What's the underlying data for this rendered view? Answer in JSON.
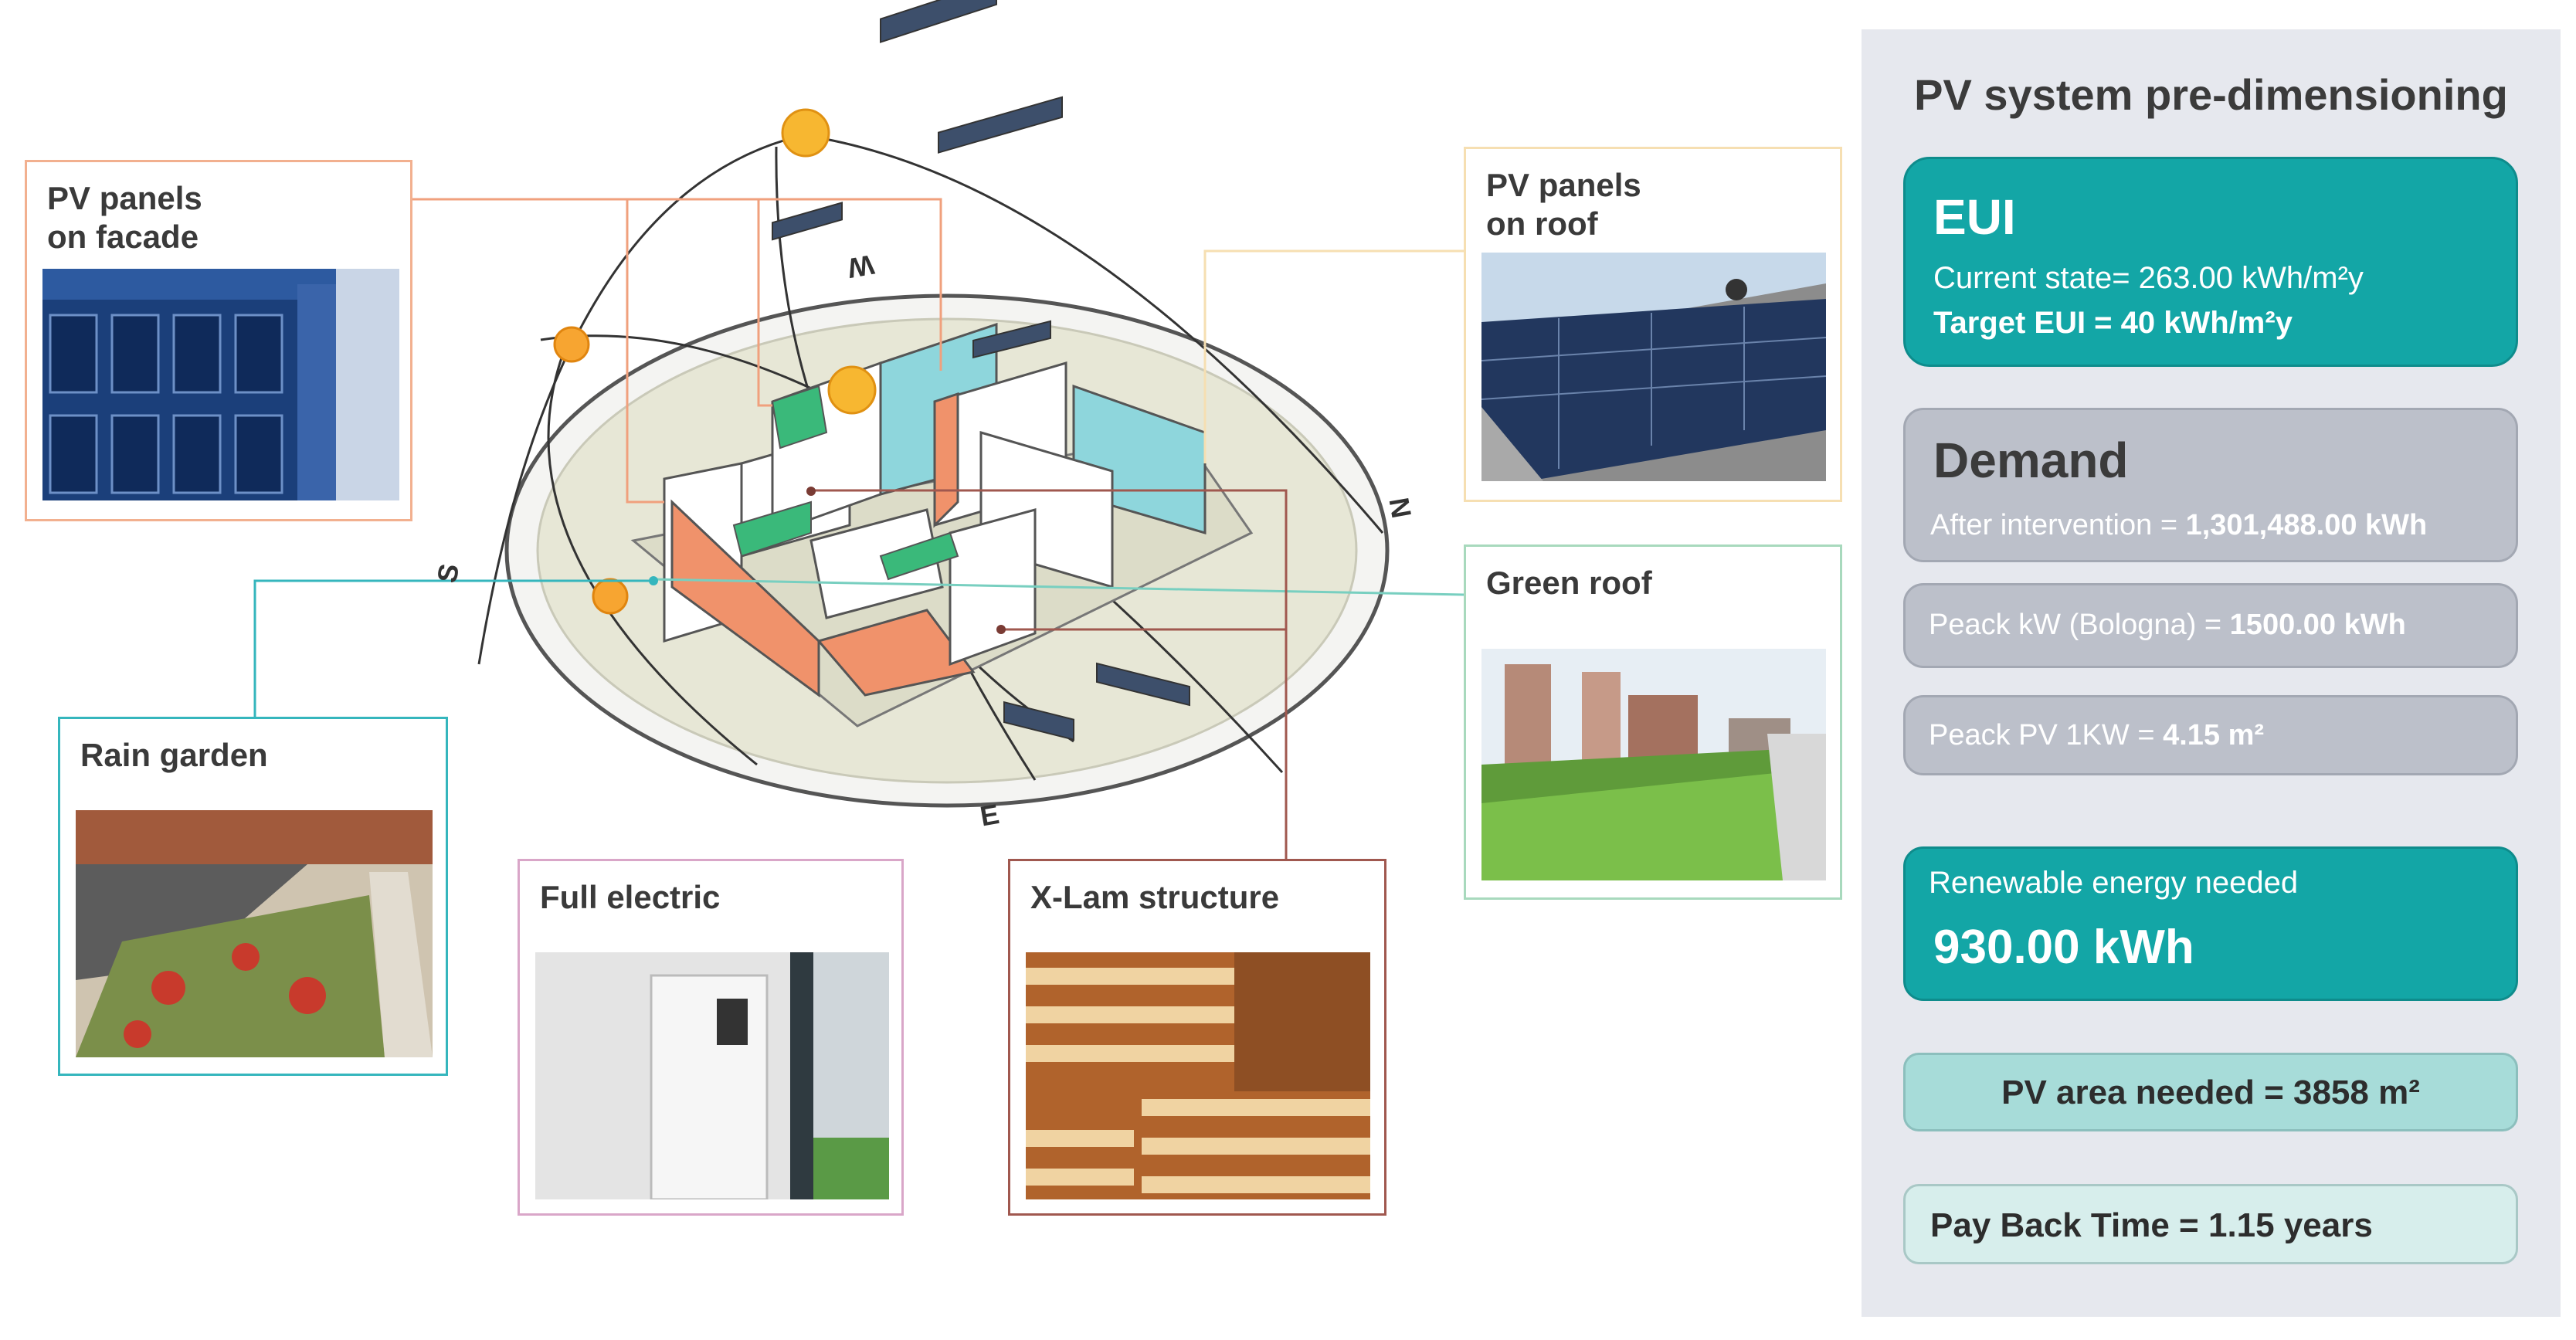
{
  "cards": {
    "facade": "PV panels\non facade",
    "roof_pv": "PV panels\non roof",
    "green_roof": "Green roof",
    "rain_garden": "Rain garden",
    "full_electric": "Full electric",
    "xlam": "X-Lam structure"
  },
  "compass": {
    "n": "N",
    "s": "S",
    "e": "E",
    "w": "W"
  },
  "panel": {
    "title": "PV system pre-dimensioning",
    "eui": {
      "heading": "EUI",
      "current": "Current state= 263.00 kWh/m²y",
      "target": "Target EUI = 40 kWh/m²y"
    },
    "demand": {
      "heading": "Demand",
      "after_label": "After intervention = ",
      "after_value": "1,301,488.00 kWh"
    },
    "peak_kw": {
      "label": "Peack kW (Bologna) = ",
      "value": "1500.00 kWh"
    },
    "peak_pv": {
      "label": "Peack PV 1KW = ",
      "value": "4.15 m²"
    },
    "renewable": {
      "label": "Renewable energy needed",
      "value": "930.00 kWh"
    },
    "pv_area": "PV area needed = 3858 m²",
    "payback": "Pay Back Time = 1.15 years"
  },
  "colors": {
    "teal": "#13a6a6",
    "gray_box": "#bcc0ca",
    "panel_bg": "#e6e8ee",
    "facade_orange": "#f0926b",
    "card_orange": "#f2b08f",
    "card_teal": "#35b6bd",
    "card_pink": "#d9a6c8",
    "card_brown": "#a0584f",
    "card_yellow": "#f6dfb2",
    "card_green": "#a8d9bd",
    "sun": "#f7b731"
  }
}
